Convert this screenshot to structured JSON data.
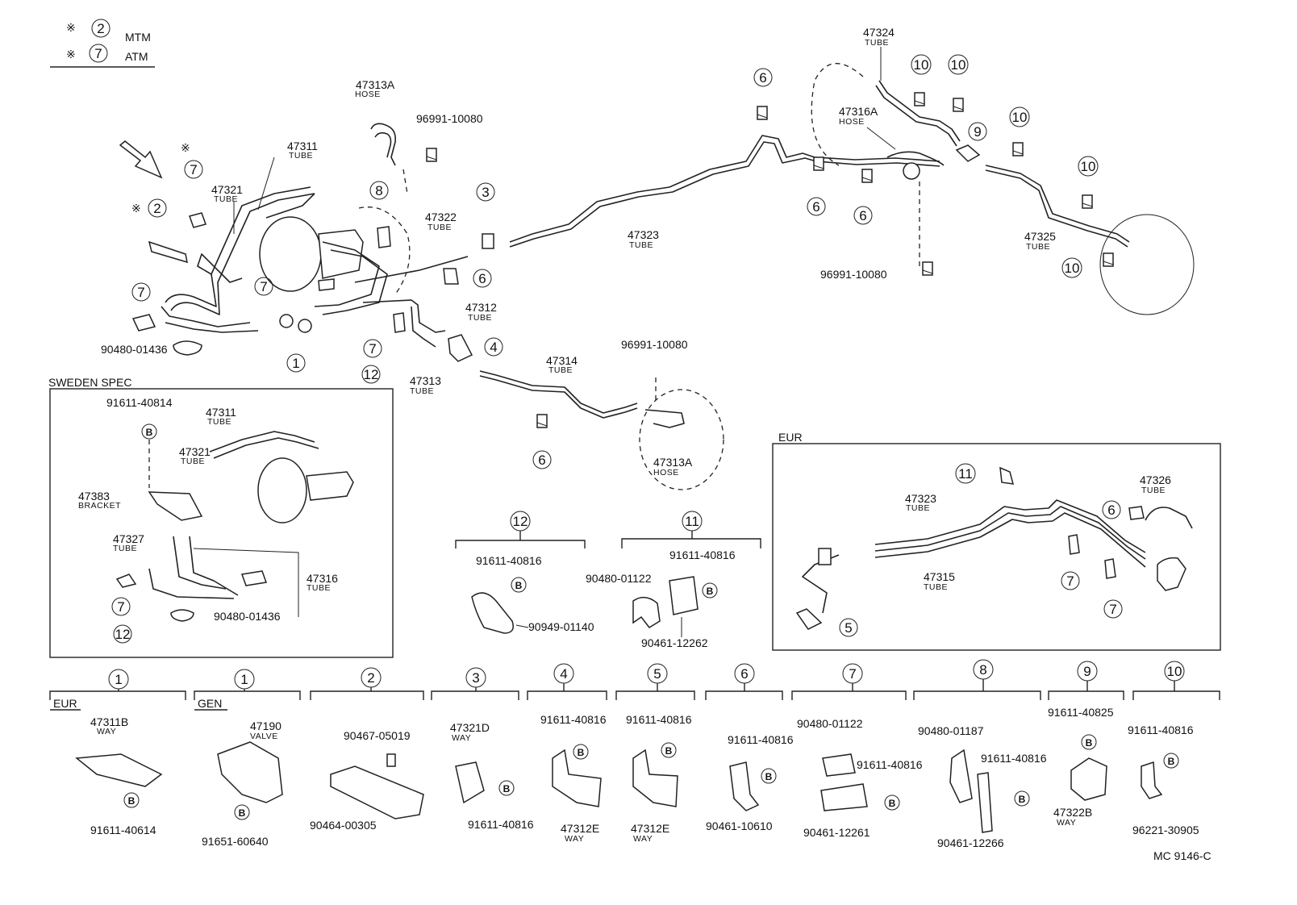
{
  "legend": [
    {
      "mark": "※",
      "num": "2",
      "text": "MTM"
    },
    {
      "mark": "※",
      "num": "7",
      "text": "ATM"
    }
  ],
  "labels": {
    "p47313a_top": "47313A",
    "hose1": "HOSE",
    "p96991_a": "96991-10080",
    "p47311": "47311",
    "tube_47311": "TUBE",
    "p47321": "47321",
    "tube_47321": "TUBE",
    "p47322": "47322",
    "tube_47322": "TUBE",
    "p47312": "47312",
    "tube_47312": "TUBE",
    "p47313": "47313",
    "tube_47313": "TUBE",
    "p90480_01436": "90480-01436",
    "p47314": "47314",
    "tube_47314": "TUBE",
    "p96991_b": "96991-10080",
    "p47313a_mid": "47313A",
    "hose2": "HOSE",
    "p47323": "47323",
    "tube_47323": "TUBE",
    "p47324": "47324",
    "tube_47324": "TUBE",
    "p47316a": "47316A",
    "hose3": "HOSE",
    "p96991_c": "96991-10080",
    "p47325": "47325",
    "tube_47325": "TUBE",
    "mark_star": "※"
  },
  "sweden": {
    "title": "SWEDEN SPEC",
    "p91611_40814": "91611-40814",
    "p47311": "47311",
    "t1": "TUBE",
    "p47321": "47321",
    "t2": "TUBE",
    "p47383": "47383",
    "bracket": "BRACKET",
    "p47327": "47327",
    "t3": "TUBE",
    "p47316": "47316",
    "t4": "TUBE",
    "p90480_01436": "90480-01436"
  },
  "group12": {
    "p91611": "91611-40816",
    "p90949": "90949-01140"
  },
  "group11": {
    "p90480": "90480-01122",
    "p91611": "91611-40816",
    "p90461": "90461-12262"
  },
  "eur": {
    "title": "EUR",
    "p47323": "47323",
    "t1": "TUBE",
    "p47326": "47326",
    "t2": "TUBE",
    "p47315": "47315",
    "t3": "TUBE"
  },
  "bottom": {
    "eur": "EUR",
    "gen": "GEN",
    "p47311b": "47311B",
    "way1": "WAY",
    "p91611_40614": "91611-40614",
    "p47190": "47190",
    "valve": "VALVE",
    "p91651": "91651-60640",
    "p90467": "90467-05019",
    "p90464": "90464-00305",
    "p47321d": "47321D",
    "way3": "WAY",
    "p91611_3": "91611-40816",
    "p91611_4": "91611-40816",
    "p47312e_4": "47312E",
    "way4": "WAY",
    "p91611_5": "91611-40816",
    "p47312e_5": "47312E",
    "way5": "WAY",
    "p91611_6": "91611-40816",
    "p90461_10610": "90461-10610",
    "p90480_01122": "90480-01122",
    "p91611_7": "91611-40816",
    "p90461_12261": "90461-12261",
    "p90480_01187": "90480-01187",
    "p91611_8": "91611-40816",
    "p90461_12266": "90461-12266",
    "p91611_40825": "91611-40825",
    "p47322b": "47322B",
    "way9": "WAY",
    "p91611_10": "91611-40816",
    "p96221": "96221-30905"
  },
  "callouts": {
    "n1": "1",
    "n2": "2",
    "n3": "3",
    "n4": "4",
    "n5": "5",
    "n6": "6",
    "n7": "7",
    "n8": "8",
    "n9": "9",
    "n10": "10",
    "n11": "11",
    "n12": "12",
    "b": "B"
  },
  "footer": "MC 9146-C"
}
